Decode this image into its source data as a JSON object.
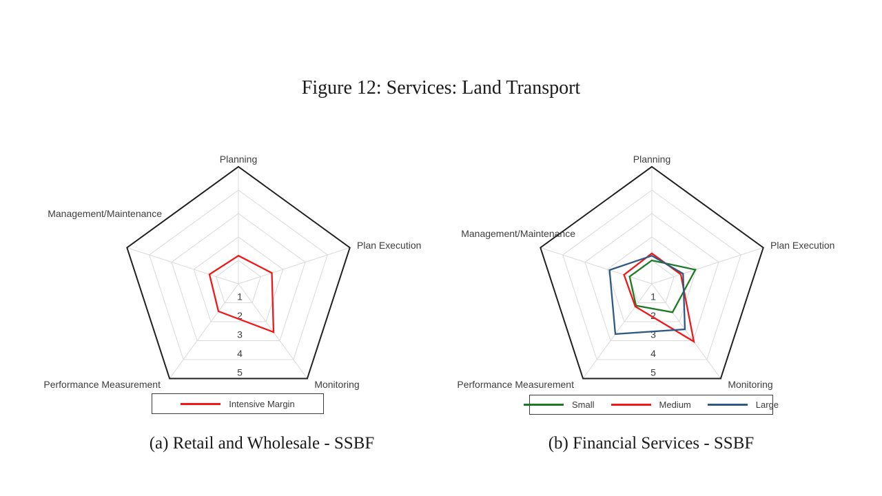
{
  "title": "Figure 12: Services: Land Transport",
  "style_colors": {
    "outer_ring": "#1f1f1f",
    "grid_line": "#d9d9d9",
    "axis_label": "#3d3d3d",
    "legend_border": "#3a3a3a"
  },
  "chart_data": [
    {
      "type": "radar",
      "panel_label": "(a)",
      "caption": "(a) Retail and Wholesale - SSBF",
      "axes": [
        "Planning",
        "Plan Execution",
        "Monitoring",
        "Performance Measurement",
        "Management/Maintenance"
      ],
      "tick_labels": [
        "1",
        "2",
        "3",
        "4",
        "5"
      ],
      "rmin": 0,
      "rmax": 5,
      "grid": true,
      "legend_position": "bottom",
      "series": [
        {
          "name": "Intensive Margin",
          "color": "#f21616",
          "values": [
            1.2,
            1.5,
            2.55,
            1.45,
            1.3
          ]
        }
      ]
    },
    {
      "type": "radar",
      "panel_label": "(b)",
      "caption": "(b) Financial Services - SSBF",
      "axes": [
        "Planning",
        "Plan Execution",
        "Monitoring",
        "Performance Measurement",
        "Management/Maintenance"
      ],
      "tick_labels": [
        "1",
        "2",
        "3",
        "4",
        "5"
      ],
      "rmin": 0,
      "rmax": 5,
      "grid": true,
      "legend_position": "bottom",
      "series": [
        {
          "name": "Small",
          "color": "#1d7a24",
          "values": [
            1.0,
            1.95,
            1.5,
            1.15,
            1.0
          ]
        },
        {
          "name": "Medium",
          "color": "#f21616",
          "values": [
            1.3,
            1.3,
            3.05,
            1.2,
            1.25
          ]
        },
        {
          "name": "Large",
          "color": "#2d5986",
          "values": [
            1.2,
            1.4,
            2.4,
            2.65,
            1.9
          ]
        }
      ]
    }
  ]
}
